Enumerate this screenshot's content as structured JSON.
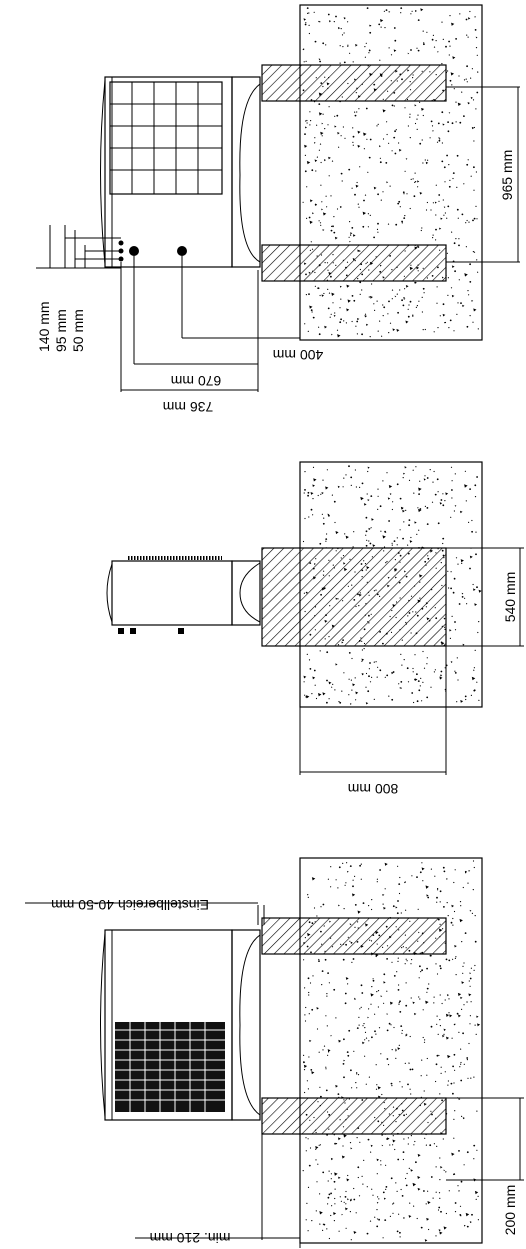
{
  "views": {
    "top": {
      "labels": {
        "h140": "140 mm",
        "h95": "95 mm",
        "h50": "50 mm",
        "d736": "736 mm",
        "d670": "670 mm",
        "d400": "400 mm",
        "d965": "965 mm"
      }
    },
    "middle": {
      "labels": {
        "d540": "540 mm",
        "d800": "800 mm"
      }
    },
    "bottom": {
      "labels": {
        "adjust": "Einstellbereich 40-50 mm",
        "d200": "200 mm",
        "min210": "min. 210 mm"
      }
    }
  }
}
